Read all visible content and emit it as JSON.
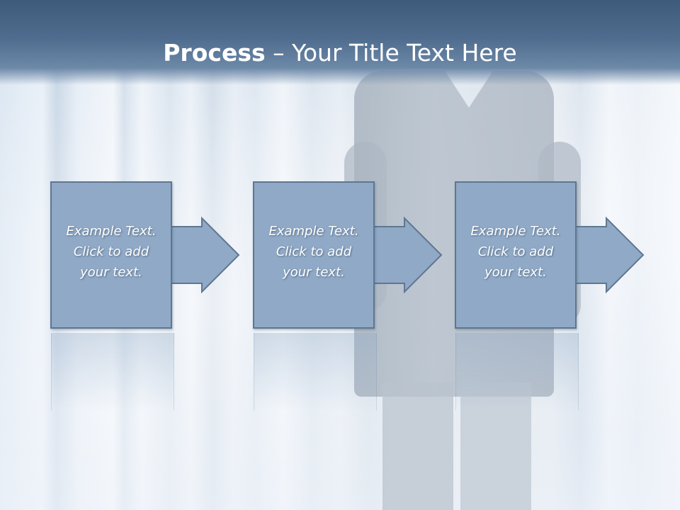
{
  "title": {
    "bold": "Process",
    "rest": " – Your Title Text Here"
  },
  "steps": [
    {
      "text": "Example Text.\nClick  to add\nyour text."
    },
    {
      "text": "Example Text.\nClick  to add\nyour text."
    },
    {
      "text": "Example Text.\nClick  to add\nyour text."
    }
  ],
  "colors": {
    "box_fill": "#8fa9c6",
    "box_border": "#5f7690",
    "title_band": "#4f6c8e"
  }
}
